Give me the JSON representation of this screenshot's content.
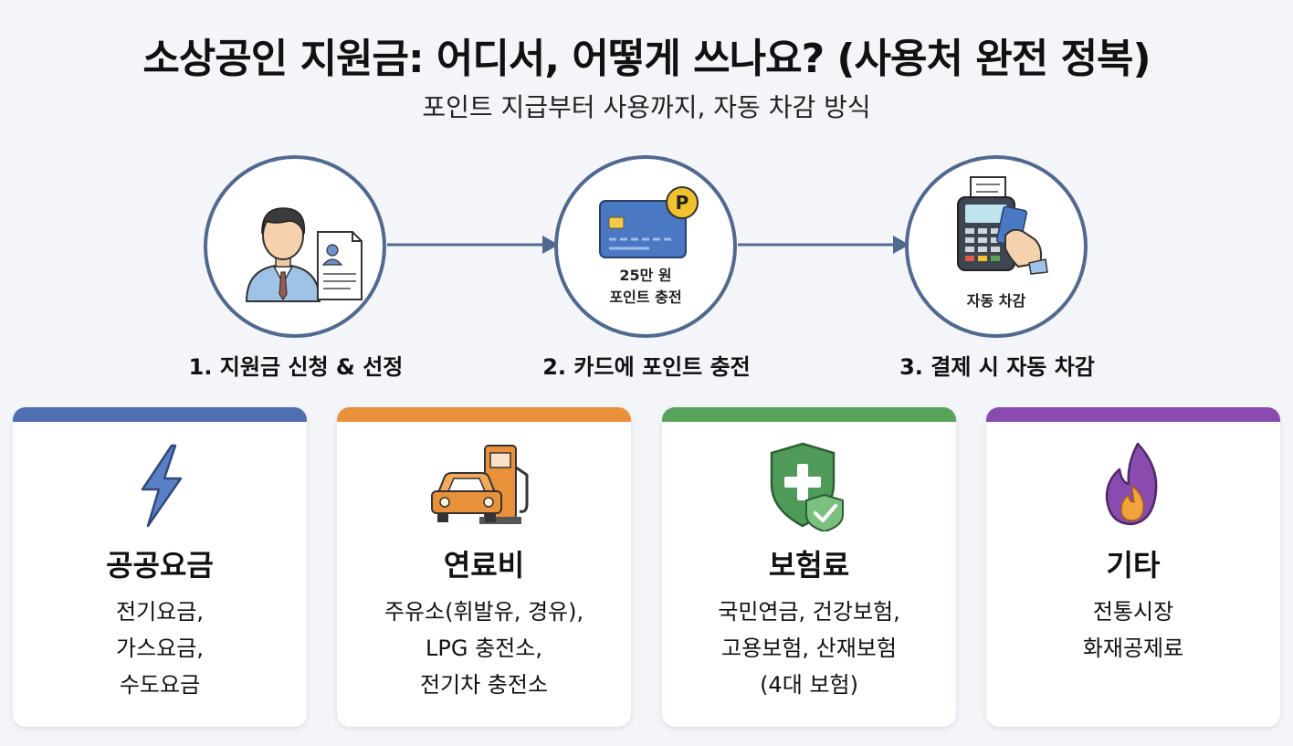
{
  "title": "소상공인 지원금: 어디서, 어떻게 쓰나요? (사용처 완전 정복)",
  "subtitle": "포인트 지급부터 사용까지, 자동 차감 방식",
  "colors": {
    "circle_border": "#51698f",
    "arrow": "#51698f",
    "utilities": "#4f6fb0",
    "fuel": "#e8913a",
    "insurance": "#59a35a",
    "other": "#8a4bb0"
  },
  "steps": [
    {
      "label": "1. 지원금 신청 & 선정",
      "icon": "applicant-with-document-icon"
    },
    {
      "label": "2. 카드에 포인트 충전",
      "icon": "card-with-point-icon",
      "inner_line1": "25만 원",
      "inner_line2": "포인트 충전"
    },
    {
      "label": "3. 결제 시 자동 차감",
      "icon": "card-terminal-payment-icon",
      "inner_line1": "자동 차감"
    }
  ],
  "cards": [
    {
      "title": "공공요금",
      "icon": "lightning-icon",
      "lines": [
        "전기요금,",
        "가스요금,",
        "수도요금"
      ]
    },
    {
      "title": "연료비",
      "icon": "car-gas-pump-icon",
      "lines": [
        "주유소(휘발유, 경유),",
        "LPG 충전소,",
        "전기차 충전소"
      ]
    },
    {
      "title": "보험료",
      "icon": "shield-cross-check-icon",
      "lines": [
        "국민연금, 건강보험,",
        "고용보험, 산재보험",
        "(4대 보험)"
      ]
    },
    {
      "title": "기타",
      "icon": "flame-icon",
      "lines": [
        "전통시장",
        "화재공제료"
      ]
    }
  ]
}
